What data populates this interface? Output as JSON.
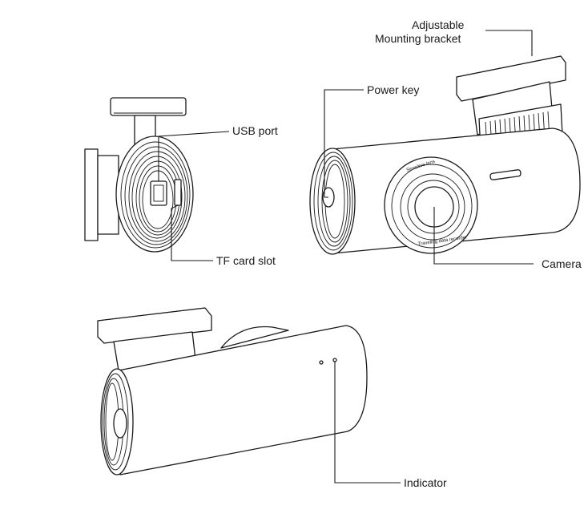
{
  "labels": {
    "mounting_bracket_line1": "Adjustable",
    "mounting_bracket_line2": "Mounting bracket",
    "power_key": "Power key",
    "usb_port": "USB port",
    "tf_card_slot": "TF card slot",
    "camera": "Camera",
    "indicator": "Indicator"
  },
  "lens_ring_text_top": "Sensitive lens",
  "lens_ring_text_bottom": "Traveling data recorder"
}
